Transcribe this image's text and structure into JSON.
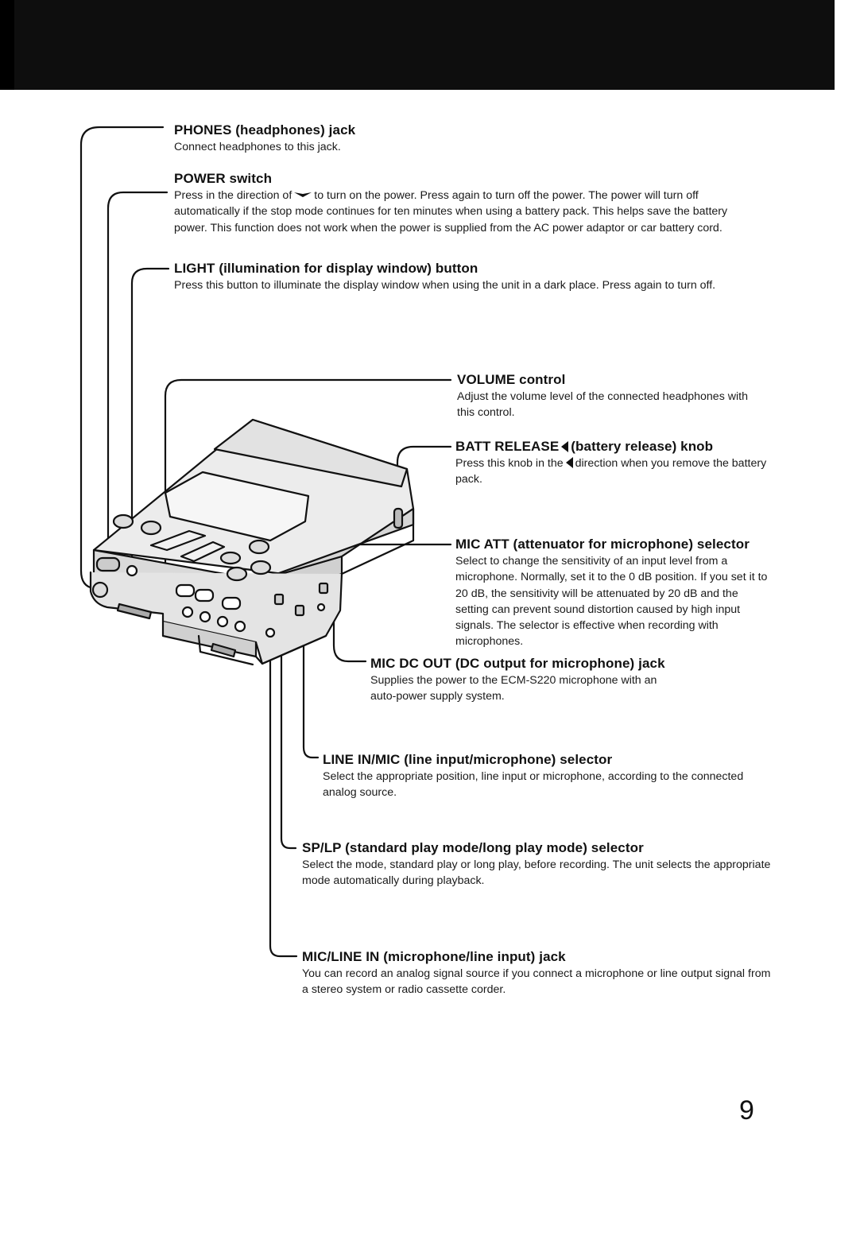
{
  "page_number": "9",
  "entries": {
    "phones": {
      "title": "PHONES (headphones) jack",
      "desc": "Connect headphones to this jack."
    },
    "power": {
      "title": "POWER switch",
      "desc_before": "Press in the direction of",
      "desc_after": "to turn on the power. Press again to turn off the power. The power will turn off automatically if the stop mode continues for ten minutes when using a battery pack. This helps save the battery power. This function does not work when the power is supplied from the AC power adaptor or car battery cord."
    },
    "light": {
      "title": "LIGHT (illumination for display window) button",
      "desc": "Press this button to illuminate the display window when using the unit in a dark place. Press again to turn off."
    },
    "volume": {
      "title": "VOLUME control",
      "desc": "Adjust the volume level of the connected headphones with this control."
    },
    "batt": {
      "title_before": "BATT RELEASE",
      "title_after": "(battery release) knob",
      "desc_before": "Press this knob in the",
      "desc_after": "direction when you remove the battery pack."
    },
    "mic_att": {
      "title": "MIC ATT (attenuator for microphone) selector",
      "desc": "Select to change the sensitivity of an input level from a microphone. Normally, set it to the 0 dB position. If you set it to 20 dB, the sensitivity will be attenuated by 20 dB and the setting can prevent sound distortion caused by high input signals. The selector is effective when recording with microphones."
    },
    "mic_dc": {
      "title": "MIC DC OUT (DC output for microphone) jack",
      "desc": "Supplies the power to the ECM-S220 microphone with an auto-power supply system."
    },
    "line_mic": {
      "title": "LINE IN/MIC (line input/microphone) selector",
      "desc": "Select the appropriate position, line input or microphone, according to the connected analog source."
    },
    "splp": {
      "title": "SP/LP (standard play mode/long play mode) selector",
      "desc": "Select the mode, standard play or long play, before recording. The unit selects the appropriate mode automatically during playback."
    },
    "mic_line_in": {
      "title": "MIC/LINE IN (microphone/line input) jack",
      "desc": "You can record an analog signal source if you connect a microphone or line output signal from a stereo system or radio cassette corder."
    }
  }
}
